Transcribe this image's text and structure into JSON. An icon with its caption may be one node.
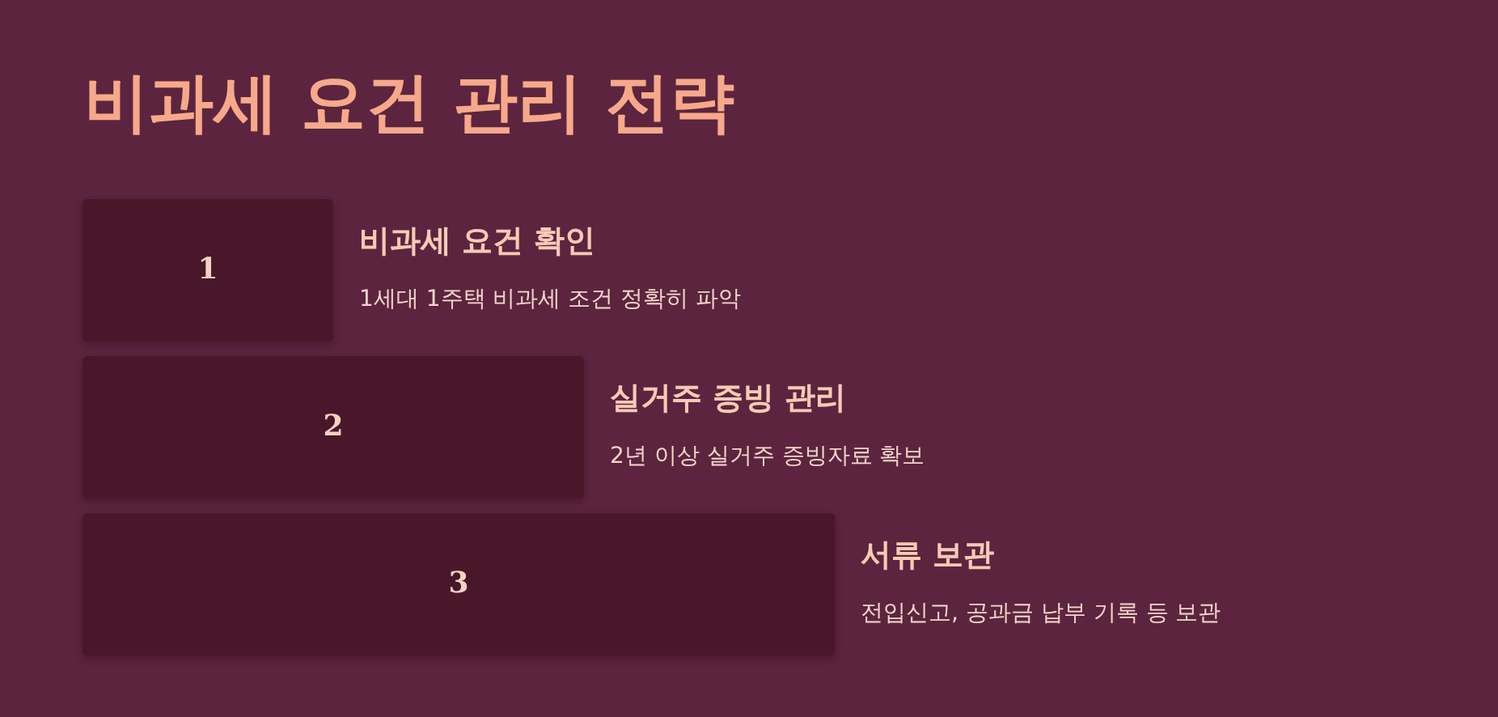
{
  "diagram": {
    "title": "비과세 요건 관리 전략",
    "nodes": [
      {
        "text": [
          "1"
        ],
        "beside": [
          "비과세 요건 확인",
          "1세대 1주택 비과세 조건 정확히 파악"
        ]
      },
      {
        "text": [
          "2"
        ],
        "beside": [
          "실거주 증빙 관리",
          "2년 이상 실거주 증빙자료 확보"
        ]
      },
      {
        "text": [
          "3"
        ],
        "beside": [
          "서류 보관",
          "전입신고, 공과금 납부 기록 등 보관"
        ]
      }
    ]
  }
}
